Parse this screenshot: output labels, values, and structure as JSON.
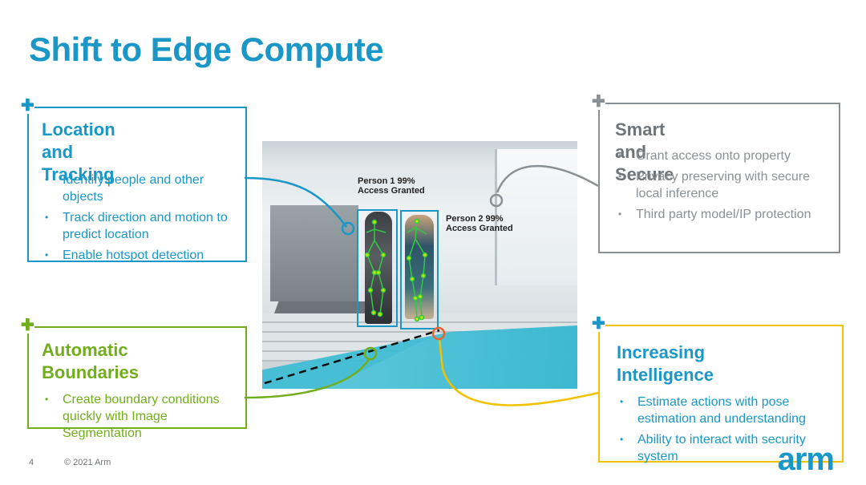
{
  "slide": {
    "title": "Shift to Edge Compute",
    "page_number": "4",
    "copyright": "© 2021 Arm",
    "logo_text": "arm"
  },
  "photo": {
    "person1_label": "Person 1 99%",
    "person1_status": "Access Granted",
    "person2_label": "Person 2  99%",
    "person2_status": "Access Granted"
  },
  "callouts": {
    "location": {
      "title_line1": "Location and",
      "title_line2": "Tracking",
      "items": [
        "Identify people and other objects",
        "Track direction and motion to predict location",
        "Enable hotspot detection"
      ]
    },
    "secure": {
      "title": "Smart and Secure",
      "items": [
        "Grant access onto property",
        "Privacy preserving with secure local inference",
        "Third party model/IP protection"
      ]
    },
    "boundaries": {
      "title_line1": "Automatic",
      "title_line2": "Boundaries",
      "items": [
        "Create boundary conditions quickly with Image Segmentation"
      ]
    },
    "intelligence": {
      "title_line1": "Increasing",
      "title_line2": "Intelligence",
      "items": [
        "Estimate actions with pose estimation and understanding",
        "Ability to interact with security system"
      ]
    }
  },
  "colors": {
    "blue": "#1a97c7",
    "gray": "#8a9094",
    "green": "#72ad1c",
    "yellow": "#f2c200",
    "orange": "#e8642c"
  }
}
